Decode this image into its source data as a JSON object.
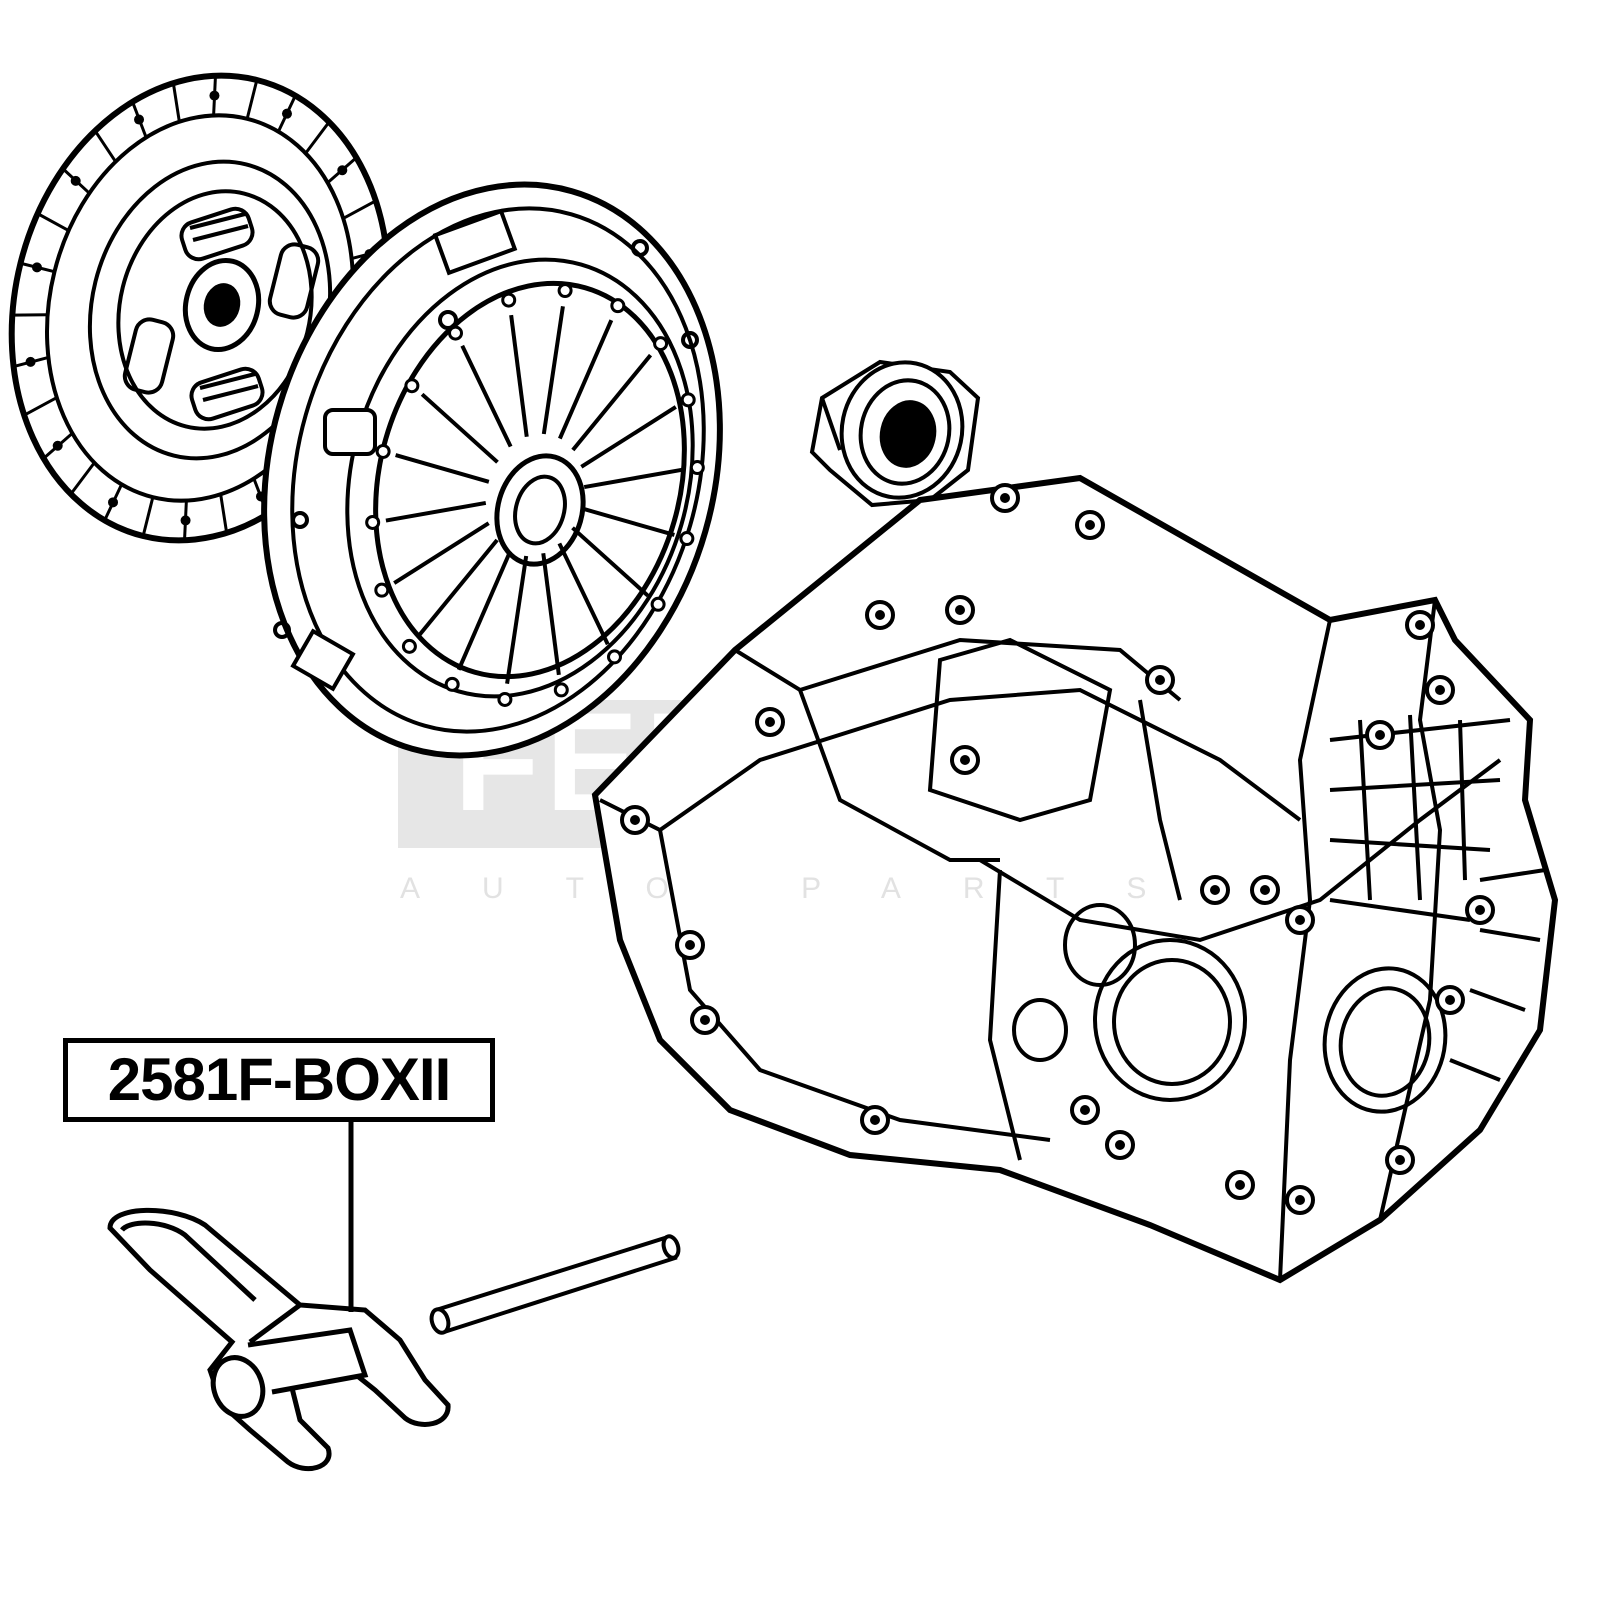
{
  "part_number": "2581F-BOXII",
  "watermark": {
    "brand": "FEBEST",
    "subtitle": "AUTO PARTS",
    "color": "#e6e6e6"
  },
  "colors": {
    "line": "#000000",
    "background": "#ffffff"
  }
}
